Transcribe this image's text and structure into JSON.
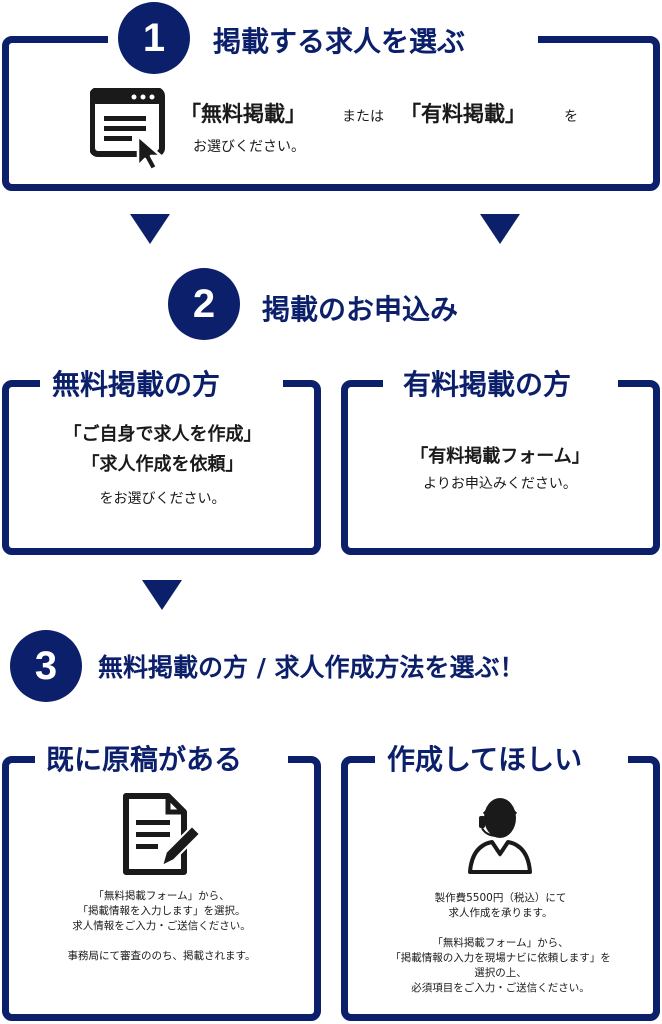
{
  "step1": {
    "number": "1",
    "title": "掲載する求人を選ぶ",
    "opt_free": "「無料掲載」",
    "connector": "または",
    "opt_paid": "「有料掲載」",
    "particle": "を",
    "line2": "お選びください。",
    "icon": "browser-cursor-icon"
  },
  "step2": {
    "number": "2",
    "title": "掲載のお申込み",
    "free_box": {
      "title": "無料掲載の方",
      "line1": "「ご自身で求人を作成」",
      "line2": "「求人作成を依頼」",
      "line3": "をお選びください。"
    },
    "paid_box": {
      "title": "有料掲載の方",
      "line1": "「有料掲載フォーム」",
      "line2": "よりお申込みください。"
    }
  },
  "step3": {
    "number": "3",
    "title": "無料掲載の方 / 求人作成方法を選ぶ！",
    "left_box": {
      "title": "既に原稿がある",
      "icon": "document-edit-icon",
      "lines": [
        "「無料掲載フォーム」から、",
        "「掲載情報を入力します」を選択。",
        "求人情報をご入力・ご送信ください。",
        "",
        "事務局にて審査ののち、掲載されます。"
      ]
    },
    "right_box": {
      "title": "作成してほしい",
      "icon": "operator-headset-icon",
      "lines": [
        "製作費5500円（税込）にて",
        "求人作成を承ります。",
        "",
        "「無料掲載フォーム」から、",
        "「掲載情報の入力を現場ナビに依頼します」を",
        "選択の上、",
        "必須項目をご入力・ご送信ください。"
      ]
    }
  }
}
